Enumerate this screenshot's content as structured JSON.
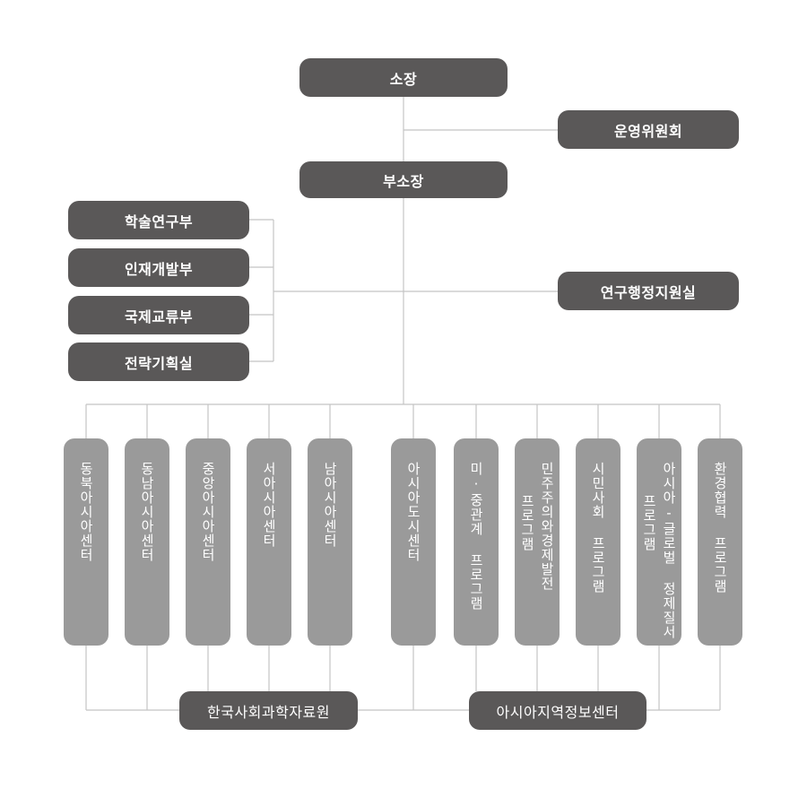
{
  "director": "소장",
  "steering_committee": "운영위원회",
  "vice_director": "부소장",
  "departments": [
    "학술연구부",
    "인재개발부",
    "국제교류부",
    "전략기획실"
  ],
  "admin_office": "연구행정지원실",
  "centers": [
    {
      "lines": [
        "동북아시아센터"
      ]
    },
    {
      "lines": [
        "동남아시아센터"
      ]
    },
    {
      "lines": [
        "중앙아시아센터"
      ]
    },
    {
      "lines": [
        "서아시아센터"
      ]
    },
    {
      "lines": [
        "남아시아센터"
      ]
    },
    {
      "lines": [
        "아시아도시센터"
      ]
    },
    {
      "lines": [
        "미·중관계 프로그램"
      ]
    },
    {
      "lines": [
        "민주주의와경제발전",
        "프로그램"
      ]
    },
    {
      "lines": [
        "시민사회 프로그램"
      ]
    },
    {
      "lines": [
        "아시아-글로벌 정제질서",
        "프로그램"
      ]
    },
    {
      "lines": [
        "환경협력 프로그램"
      ]
    }
  ],
  "bottom_units": [
    "한국사회과학자료원",
    "아시아지역정보센터"
  ]
}
